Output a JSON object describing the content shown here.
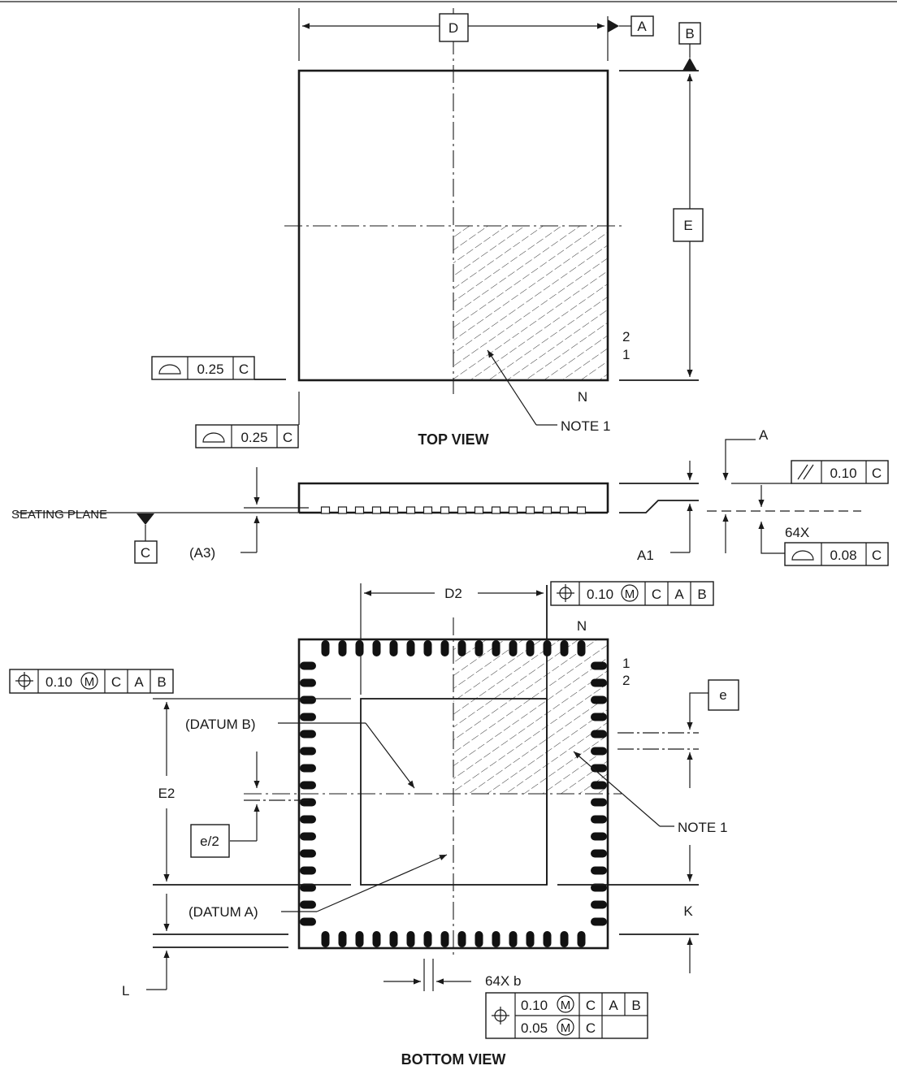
{
  "dims": {
    "D": "D",
    "E": "E",
    "D2": "D2",
    "E2": "E2",
    "A1": "A1",
    "A3": "(A3)",
    "e": "e",
    "e_half": "e/2",
    "K": "K",
    "L": "L",
    "b": "64X b",
    "count64": "64X"
  },
  "datums": {
    "A": "A",
    "B": "B",
    "C": "C",
    "A_side": "A"
  },
  "labels": {
    "top_view": "TOP VIEW",
    "bottom_view": "BOTTOM VIEW",
    "seating_plane": "SEATING PLANE",
    "note1_top": "NOTE 1",
    "note1_bottom": "NOTE 1",
    "datum_a": "(DATUM A)",
    "datum_b": "(DATUM B)",
    "pin_n_top": "N",
    "pin_1_top": "1",
    "pin_2_top": "2",
    "pin_n_bottom": "N",
    "pin_1_bottom": "1",
    "pin_2_bottom": "2"
  },
  "fcf": {
    "profile_top1": {
      "value": "0.25",
      "ref": "C"
    },
    "profile_top2": {
      "value": "0.25",
      "ref": "C"
    },
    "parallel": {
      "value": "0.10",
      "ref": "C"
    },
    "profile_64x": {
      "value": "0.08",
      "ref": "C"
    },
    "pos_d2": {
      "value": "0.10",
      "refs": [
        "C",
        "A",
        "B"
      ]
    },
    "pos_e2": {
      "value": "0.10",
      "refs": [
        "C",
        "A",
        "B"
      ]
    },
    "pos_b_row1": {
      "value": "0.10",
      "refs": [
        "C",
        "A",
        "B"
      ]
    },
    "pos_b_row2": {
      "value": "0.05",
      "refs": [
        "C"
      ]
    },
    "mmc": "M"
  }
}
